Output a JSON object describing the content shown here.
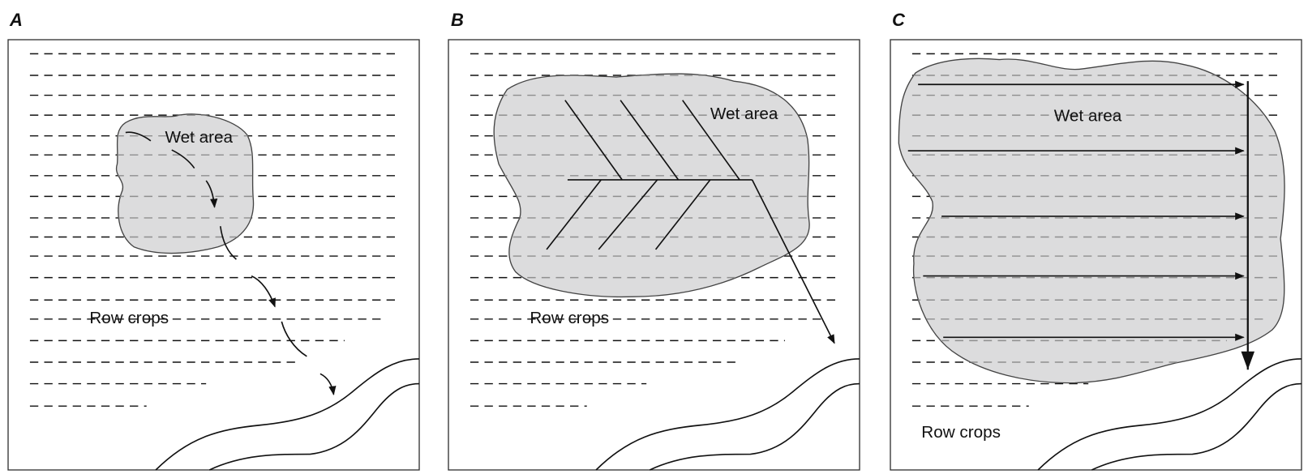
{
  "panels": [
    {
      "id": "A",
      "label": "A",
      "wet_area": "Wet area",
      "row_crops": "Row crops"
    },
    {
      "id": "B",
      "label": "B",
      "wet_area": "Wet area",
      "row_crops": "Row crops"
    },
    {
      "id": "C",
      "label": "C",
      "wet_area": "Wet area",
      "row_crops": "Row crops"
    }
  ],
  "colors": {
    "wet_area_fill": "#dcdcdd",
    "line": "#111111",
    "row_inside": "#8e8e8e"
  }
}
